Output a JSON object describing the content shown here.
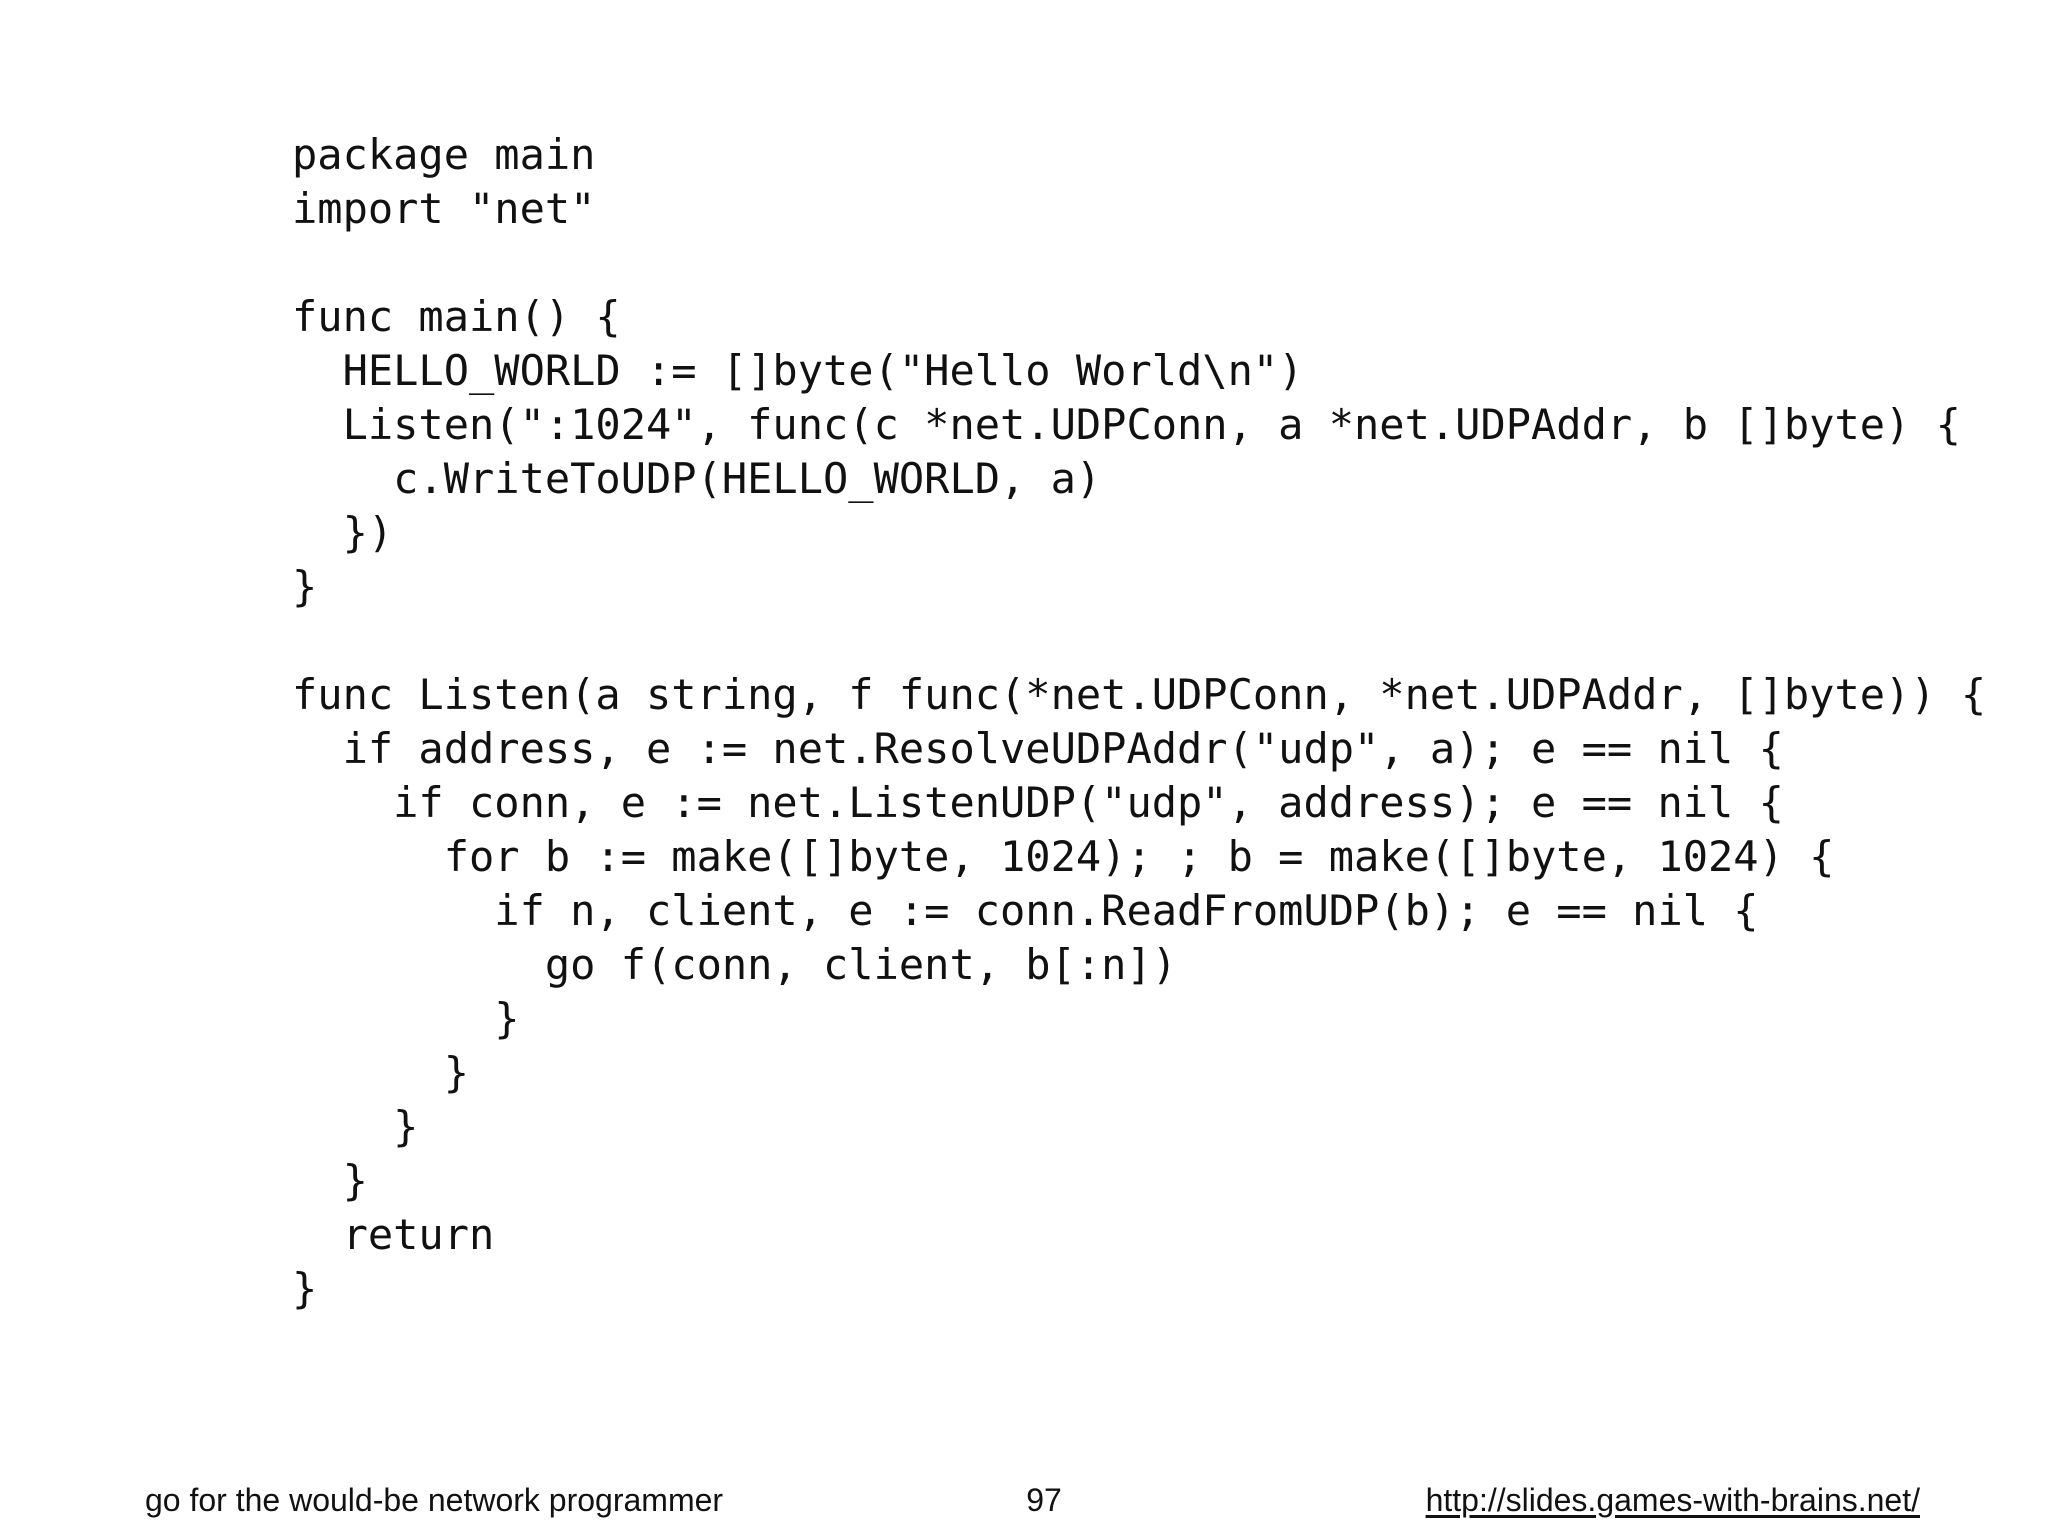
{
  "slide": {
    "code_lines": [
      {
        "text": "package main"
      },
      {
        "text": "import \"net\""
      },
      {
        "text": ""
      },
      {
        "text": "func main() {"
      },
      {
        "text": "  HELLO_WORLD := []byte(\"Hello World\\n\")"
      },
      {
        "text": "  Listen(\":1024\", func(c *net.UDPConn, a *net.UDPAddr, b []byte) {"
      },
      {
        "text": "    c.WriteToUDP(HELLO_WORLD, a)"
      },
      {
        "text": "  })"
      },
      {
        "text": "}"
      },
      {
        "text": ""
      },
      {
        "text": "func Listen(a string, f func(*net.UDPConn, *net.UDPAddr, []byte)) {"
      },
      {
        "text": "  if address, e := net.ResolveUDPAddr(\"udp\", a); e == nil {"
      },
      {
        "text": "    if conn, e := net.ListenUDP(\"udp\", address); e == nil {"
      },
      {
        "text": "      for b := make([]byte, 1024); ; b = make([]byte, 1024) {"
      },
      {
        "text": "        if n, client, e := conn.ReadFromUDP(b); e == nil {"
      },
      {
        "text": "          go f(conn, client, b[:n])"
      },
      {
        "text": "        }"
      },
      {
        "text": "      }"
      },
      {
        "text": "    }"
      },
      {
        "text": "  }"
      },
      {
        "text": "  return"
      },
      {
        "text": "}"
      }
    ],
    "footer": {
      "left_text": "go for the would-be network programmer",
      "page_number": "97",
      "url_text": "http://slides.games-with-brains.net/"
    }
  }
}
